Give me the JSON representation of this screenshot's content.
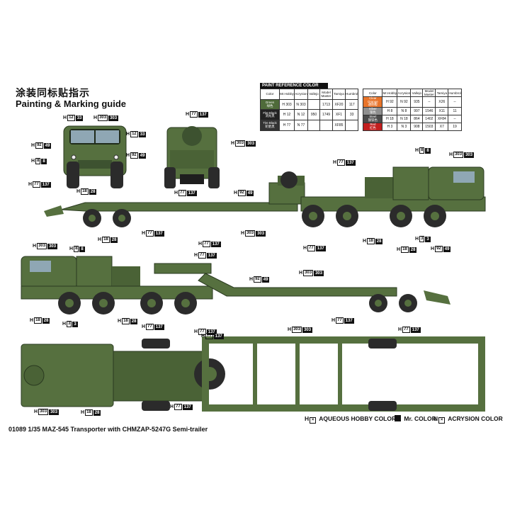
{
  "header": {
    "title_cn": "涂装同标贴指示",
    "title_en": "Painting & Marking guide"
  },
  "paint_reference": {
    "title": "PAINT REFERENCE COLOR",
    "columns": [
      "Color",
      "Mr.Hobby",
      "Acrysion",
      "Vallejo",
      "Model Master",
      "Tamiya",
      "Humbrol"
    ],
    "left_rows": [
      {
        "swatch_label": "Green\n绿色",
        "swatch_color": "#4f6b3a",
        "mr_hobby": "H 303",
        "acrysion": "N 303",
        "vallejo": "",
        "model_master": "1713",
        "tamiya": "XF20",
        "humbrol": "117"
      },
      {
        "swatch_label": "Flat Black\n消光黑",
        "swatch_color": "#222222",
        "mr_hobby": "H 12",
        "acrysion": "N 12",
        "vallejo": "950",
        "model_master": "1749",
        "tamiya": "XF1",
        "humbrol": "33"
      },
      {
        "swatch_label": "Tire Black\n轮胎黑",
        "swatch_color": "#333333",
        "mr_hobby": "H 77",
        "acrysion": "N 77",
        "vallejo": "",
        "model_master": "",
        "tamiya": "XF85",
        "humbrol": ""
      }
    ],
    "right_rows": [
      {
        "swatch_label": "Clear Orange\n透明橙",
        "swatch_color": "#e8742a",
        "mr_hobby": "H 92",
        "acrysion": "N 92",
        "vallejo": "935",
        "model_master": "--",
        "tamiya": "X26",
        "humbrol": "--"
      },
      {
        "swatch_label": "Silver\n银色",
        "swatch_color": "#8f8f8f",
        "mr_hobby": "H 8",
        "acrysion": "N 8",
        "vallejo": "997",
        "model_master": "1546",
        "tamiya": "X11",
        "humbrol": "11"
      },
      {
        "swatch_label": "Steel\n钢铁色",
        "swatch_color": "#4b4b4b",
        "mr_hobby": "H 18",
        "acrysion": "N 18",
        "vallejo": "864",
        "model_master": "1402",
        "tamiya": "XF84",
        "humbrol": "--"
      },
      {
        "swatch_label": "Red\n红色",
        "swatch_color": "#c21f1f",
        "mr_hobby": "H 3",
        "acrysion": "N 3",
        "vallejo": "908",
        "model_master": "1503",
        "tamiya": "X7",
        "humbrol": "19"
      }
    ]
  },
  "callouts": [
    {
      "id": "f1",
      "h": "H",
      "n": "12",
      "f": "33"
    },
    {
      "id": "f2",
      "h": "H",
      "n": "303",
      "f": "303"
    },
    {
      "id": "f3",
      "h": "H",
      "n": "12",
      "f": "33"
    },
    {
      "id": "f4",
      "h": "H",
      "n": "92",
      "f": "49"
    },
    {
      "id": "f5",
      "h": "H",
      "n": "8",
      "f": "8"
    },
    {
      "id": "f6",
      "h": "H",
      "n": "77",
      "f": "137"
    },
    {
      "id": "f7",
      "h": "H",
      "n": "18",
      "f": "28"
    },
    {
      "id": "f8",
      "h": "H",
      "n": "92",
      "f": "49"
    },
    {
      "id": "r1",
      "h": "H",
      "n": "77",
      "f": "137"
    },
    {
      "id": "r2",
      "h": "H",
      "n": "303",
      "f": "303"
    },
    {
      "id": "r3",
      "h": "H",
      "n": "77",
      "f": "137"
    },
    {
      "id": "s1",
      "h": "H",
      "n": "8",
      "f": "8"
    },
    {
      "id": "s2",
      "h": "H",
      "n": "303",
      "f": "303"
    },
    {
      "id": "s3",
      "h": "H",
      "n": "77",
      "f": "137"
    },
    {
      "id": "s4",
      "h": "H",
      "n": "92",
      "f": "49"
    },
    {
      "id": "s5",
      "h": "H",
      "n": "77",
      "f": "137"
    },
    {
      "id": "s6",
      "h": "H",
      "n": "303",
      "f": "303"
    },
    {
      "id": "s7",
      "h": "H",
      "n": "77",
      "f": "137"
    },
    {
      "id": "s8",
      "h": "H",
      "n": "18",
      "f": "28"
    },
    {
      "id": "s9",
      "h": "H",
      "n": "3",
      "f": "3"
    },
    {
      "id": "s10",
      "h": "H",
      "n": "18",
      "f": "28"
    },
    {
      "id": "s11",
      "h": "H",
      "n": "92",
      "f": "49"
    },
    {
      "id": "l1",
      "h": "H",
      "n": "303",
      "f": "303"
    },
    {
      "id": "l2",
      "h": "H",
      "n": "18",
      "f": "28"
    },
    {
      "id": "l3",
      "h": "H",
      "n": "8",
      "f": "8"
    },
    {
      "id": "l4",
      "h": "H",
      "n": "77",
      "f": "137"
    },
    {
      "id": "l5",
      "h": "H",
      "n": "77",
      "f": "137"
    },
    {
      "id": "l6",
      "h": "H",
      "n": "92",
      "f": "49"
    },
    {
      "id": "l7",
      "h": "H",
      "n": "303",
      "f": "303"
    },
    {
      "id": "l8",
      "h": "H",
      "n": "18",
      "f": "28"
    },
    {
      "id": "l9",
      "h": "H",
      "n": "3",
      "f": "3"
    },
    {
      "id": "l10",
      "h": "H",
      "n": "18",
      "f": "28"
    },
    {
      "id": "l11",
      "h": "H",
      "n": "77",
      "f": "137"
    },
    {
      "id": "l12",
      "h": "H",
      "n": "77",
      "f": "137"
    },
    {
      "id": "t1",
      "h": "H",
      "n": "77",
      "f": "137"
    },
    {
      "id": "t2",
      "h": "H",
      "n": "77",
      "f": "137"
    },
    {
      "id": "t3",
      "h": "H",
      "n": "303",
      "f": "303"
    },
    {
      "id": "t4",
      "h": "H",
      "n": "77",
      "f": "137"
    },
    {
      "id": "t5",
      "h": "H",
      "n": "303",
      "f": "303"
    },
    {
      "id": "t6",
      "h": "H",
      "n": "18",
      "f": "28"
    },
    {
      "id": "t7",
      "h": "H",
      "n": "77",
      "f": "137"
    }
  ],
  "legend": {
    "aqueous": "AQUEOUS HOBBY COLOR",
    "mr_color": "Mr. COLOR",
    "acrysion": "ACRYSION COLOR",
    "aqueous_prefix": "H",
    "acrysion_prefix": "N"
  },
  "footer": {
    "title": "01089 1/35 MAZ-545 Transporter with CHMZAP-5247G Semi-trailer"
  },
  "colors": {
    "olive": "#56703f",
    "olive_dark": "#3d5230",
    "tire": "#2b2b2b"
  }
}
